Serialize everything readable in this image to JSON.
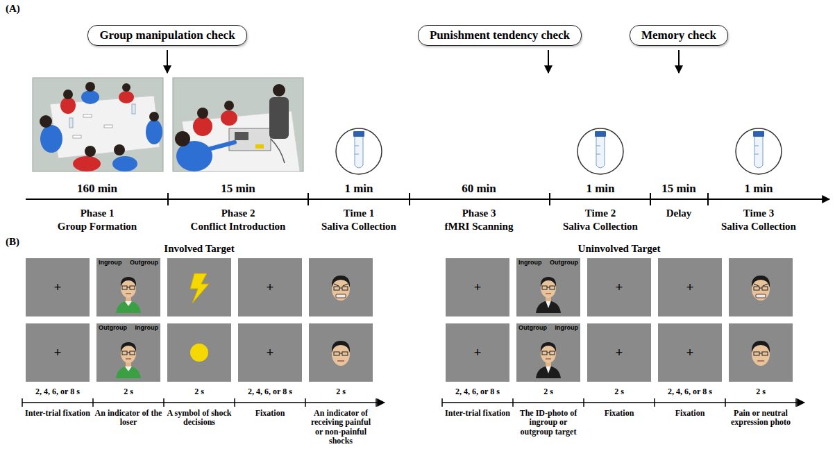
{
  "diagram": {
    "nodes": [
      {
        "text": [
          "Group manipulation check"
        ]
      },
      {
        "text": [
          "Punishment tendency check"
        ]
      },
      {
        "text": [
          "Memory check"
        ]
      },
      {
        "text": [
          "+"
        ]
      },
      {
        "text": [
          "Ingroup",
          "Outgroup"
        ]
      },
      {
        "text": [
          "+"
        ]
      },
      {
        "text": [
          "+"
        ]
      },
      {
        "text": [
          "Outgroup",
          "Ingroup"
        ]
      },
      {
        "text": [
          "+"
        ]
      },
      {
        "text": [
          "+"
        ]
      },
      {
        "text": [
          "Ingroup",
          "Outgroup"
        ]
      },
      {
        "text": [
          "+"
        ]
      },
      {
        "text": [
          "+"
        ]
      },
      {
        "text": [
          "+"
        ]
      },
      {
        "text": [
          "Outgroup",
          "Ingroup"
        ]
      },
      {
        "text": [
          "+"
        ]
      },
      {
        "text": [
          "+"
        ]
      }
    ],
    "labels": [
      "(A)",
      "160 min",
      "15 min",
      "1 min",
      "60 min",
      "1 min",
      "15 min",
      "1 min",
      "Phase 1",
      "Group Formation",
      "Phase 2",
      "Conflict Introduction",
      "Time 1",
      "Saliva Collection",
      "Phase 3",
      "fMRI Scanning",
      "Time 2",
      "Saliva Collection",
      "Delay",
      "Time 3",
      "Saliva Collection",
      "(B)",
      "Involved Target",
      "Uninvolved Target",
      "2, 4, 6, or 8 s",
      "Inter-trial fixation",
      "2 s",
      "An indicator of the loser",
      "2 s",
      "A symbol of shock decisions",
      "2, 4, 6, or 8 s",
      "Fixation",
      "2 s",
      "An indicator of receiving painful or non-painful shocks",
      "2, 4, 6, or 8 s",
      "Inter-trial fixation",
      "2 s",
      "The ID-photo of ingroup or outgroup target",
      "2 s",
      "Fixation",
      "2, 4, 6, or 8 s",
      "Fixation",
      "2 s",
      "Pain or neutral expression photo"
    ]
  }
}
